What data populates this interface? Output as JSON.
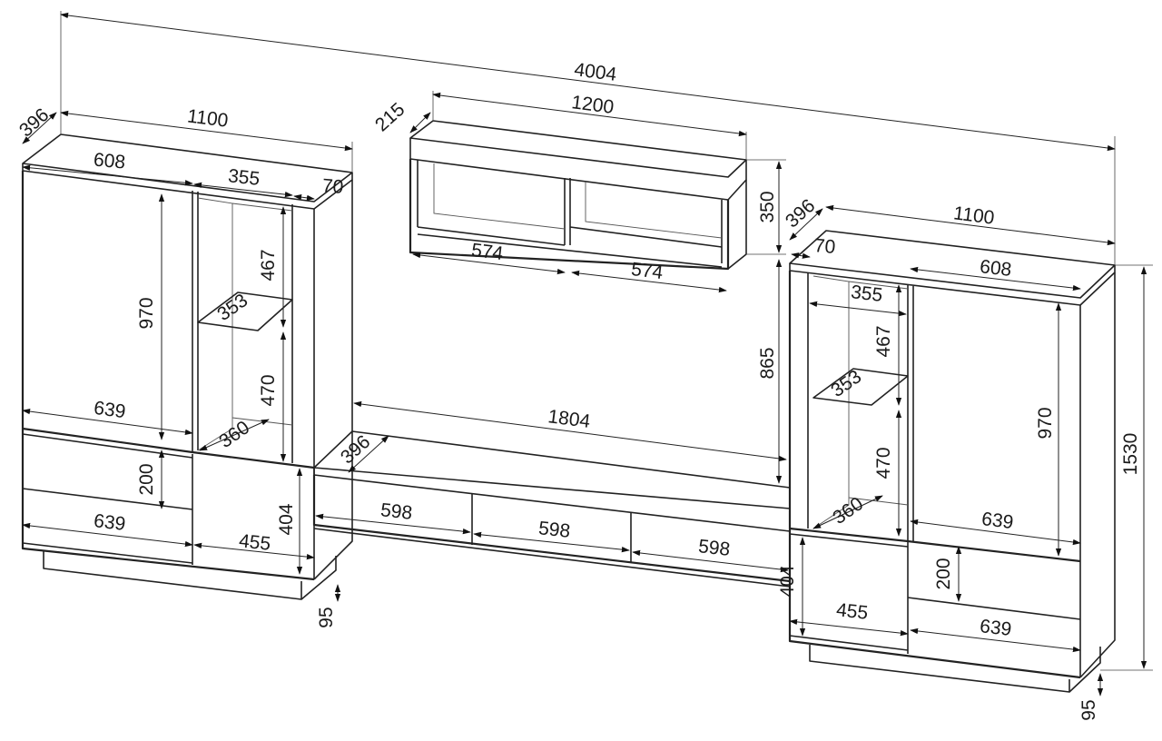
{
  "diagram": {
    "dimensions": {
      "overall_width": "4004",
      "left_width": "1100",
      "left_depth": "396",
      "left_door_width": "608",
      "left_shelf_width": "355",
      "left_side_depth": "70",
      "left_door_height": "970",
      "left_upper_gap": "467",
      "left_glass_shelf": "353",
      "left_lower_gap": "470",
      "left_bottom_depth": "360",
      "left_drawer_width": "639",
      "left_drawer_height": "200",
      "left_lower_drawer_width": "639",
      "left_low_door_width": "455",
      "left_low_door_height": "404",
      "left_plinth": "95",
      "shelf_depth": "215",
      "shelf_width": "1200",
      "shelf_height": "350",
      "shelf_comp_left": "574",
      "shelf_comp_right": "574",
      "tv_height_gap": "865",
      "tv_width": "1804",
      "tv_depth": "396",
      "tv_drawer_1": "598",
      "tv_drawer_2": "598",
      "tv_drawer_3": "598",
      "right_depth": "396",
      "right_width": "1100",
      "right_side_depth": "70",
      "right_door_width": "608",
      "right_shelf_width": "355",
      "right_upper_gap": "467",
      "right_glass_shelf": "353",
      "right_door_height": "970",
      "right_total_height": "1530",
      "right_lower_gap": "470",
      "right_bottom_depth": "360",
      "right_drawer_width": "639",
      "right_drawer_height": "200",
      "right_low_door_height": "404",
      "right_low_door_width": "455",
      "right_lower_drawer_width": "639",
      "right_plinth": "95"
    }
  }
}
